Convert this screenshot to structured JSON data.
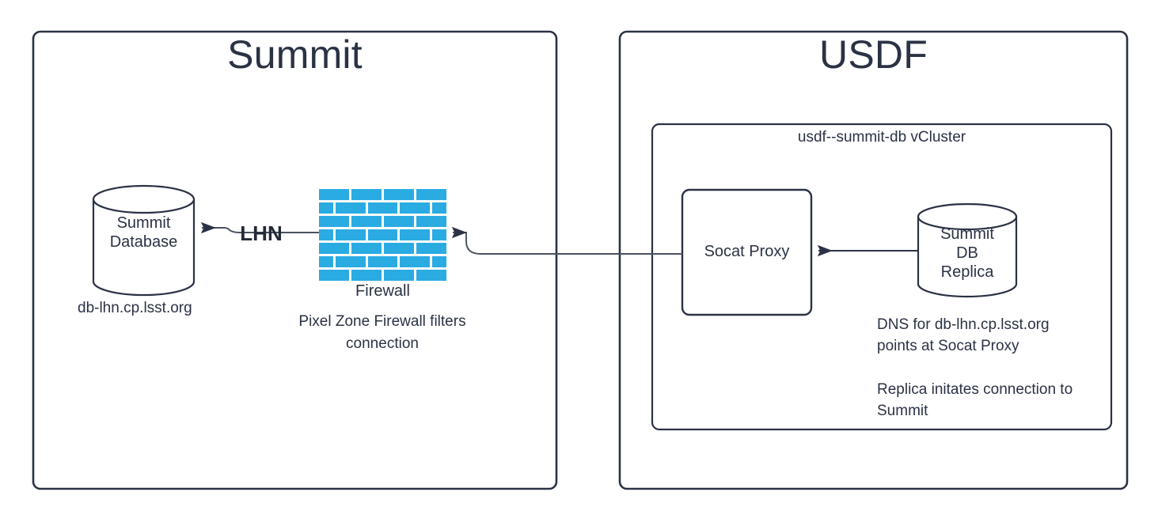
{
  "diagram": {
    "title_summit": "Summit",
    "title_usdf": "USDF",
    "vcluster_label": "usdf--summit-db vCluster",
    "summit": {
      "database_line1": "Summit",
      "database_line2": "Database",
      "database_hostname": "db-lhn.cp.lsst.org",
      "firewall_label": "Firewall",
      "firewall_caption_line1": "Pixel Zone Firewall filters",
      "firewall_caption_line2": "connection",
      "link_label": "LHN"
    },
    "usdf": {
      "proxy_label": "Socat Proxy",
      "replica_line1": "Summit",
      "replica_line2": "DB",
      "replica_line3": "Replica",
      "note1_line1": "DNS for db-lhn.cp.lsst.org",
      "note1_line2": "points at Socat Proxy",
      "note2_line1": "Replica initates connection to",
      "note2_line2": "Summit"
    },
    "colors": {
      "stroke": "#2b3245",
      "brick": "#2aabe2",
      "background": "#ffffff",
      "connector": "#4a5160"
    }
  }
}
